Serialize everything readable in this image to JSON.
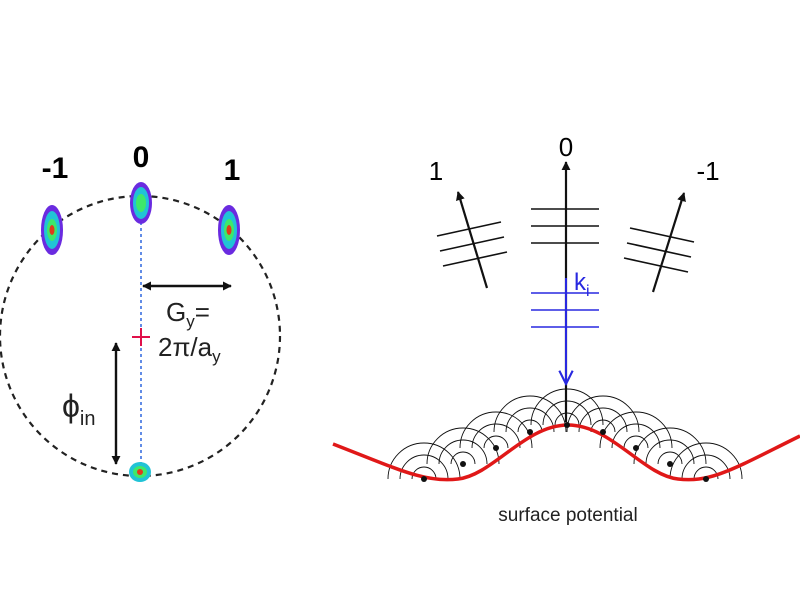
{
  "left_panel": {
    "orders": {
      "minus_one": "-1",
      "zero": "0",
      "plus_one": "1"
    },
    "reciprocal_vector": {
      "symbol": "G",
      "subscript": "y",
      "suffix": "=",
      "line2_prefix": "2π/a",
      "line2_subscript": "y"
    },
    "angle": {
      "symbol": "ϕ",
      "subscript": "in"
    },
    "colors": {
      "circle": "#222222",
      "axis_dashed": "#3b6fe0",
      "center_mark": "#e0104a",
      "spot_outer": "#6a2be0",
      "spot_mid": "#21c3d6",
      "spot_inner": "#3ee86a",
      "spot_core": "#e03a1a"
    }
  },
  "right_panel": {
    "orders": {
      "left": "1",
      "center": "0",
      "right": "-1"
    },
    "wavevector": {
      "symbol": "k",
      "subscript": "i"
    },
    "caption": "surface potential",
    "colors": {
      "surface": "#e01818",
      "incident": "#2828e0",
      "wavefront": "#111111"
    }
  }
}
